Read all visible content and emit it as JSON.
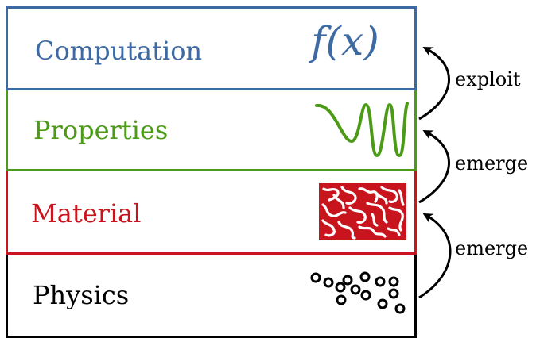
{
  "layers": [
    {
      "label": "Computation",
      "symbol": "f(x)",
      "color": "#3e6aa3",
      "icon": "function-symbol"
    },
    {
      "label": "Properties",
      "color": "#4b9b16",
      "icon": "wave-icon"
    },
    {
      "label": "Material",
      "color": "#c8141c",
      "icon": "material-pattern-icon"
    },
    {
      "label": "Physics",
      "color": "#000000",
      "icon": "particles-icon"
    }
  ],
  "arrows": [
    {
      "from": "Properties",
      "to": "Computation",
      "label": "exploit"
    },
    {
      "from": "Material",
      "to": "Properties",
      "label": "emerge"
    },
    {
      "from": "Physics",
      "to": "Material",
      "label": "emerge"
    }
  ]
}
